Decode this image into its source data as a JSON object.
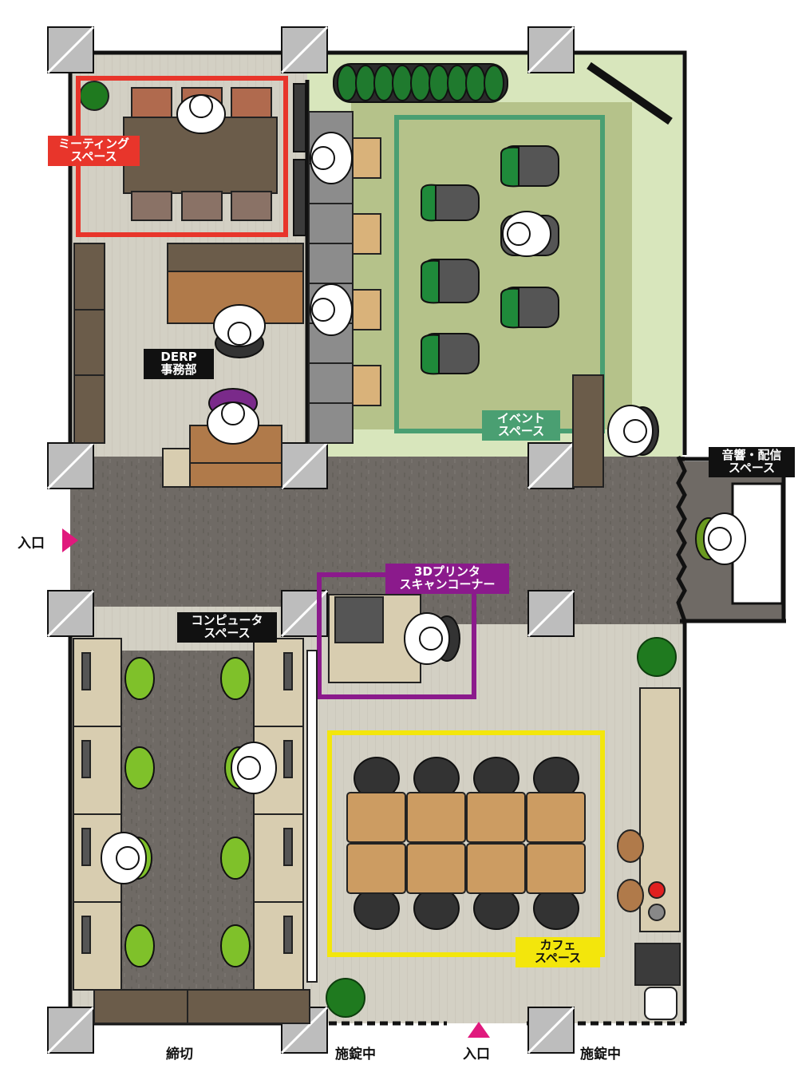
{
  "zones": {
    "meeting": {
      "line1": "ミーティング",
      "line2": "スペース",
      "color": "#e8352b"
    },
    "derp": {
      "line1": "DERP",
      "line2": "事務部",
      "color": "#111111"
    },
    "event": {
      "line1": "イベント",
      "line2": "スペース",
      "color": "#4a9f72"
    },
    "audio": {
      "line1": "音響・配信",
      "line2": "スペース",
      "color": "#111111"
    },
    "printer": {
      "line1": "3Dプリンタ",
      "line2": "スキャンコーナー",
      "color": "#8b1a8c"
    },
    "computer": {
      "line1": "コンピュータ",
      "line2": "スペース",
      "color": "#111111"
    },
    "cafe": {
      "line1": "カフェ",
      "line2": "スペース",
      "color": "#f3e60c"
    }
  },
  "doors": {
    "entrance_left": "入口",
    "entrance_bottom": "入口",
    "closed": "締切",
    "locked_left": "施錠中",
    "locked_right": "施錠中"
  },
  "colors": {
    "marker": "#e0197d",
    "floor_wood": "#d3d0c4",
    "floor_carpet": "#6f6a65",
    "event_floor": "#d8e6bc",
    "event_rug": "#b5c28a",
    "chair_green": "#7fc12a"
  }
}
